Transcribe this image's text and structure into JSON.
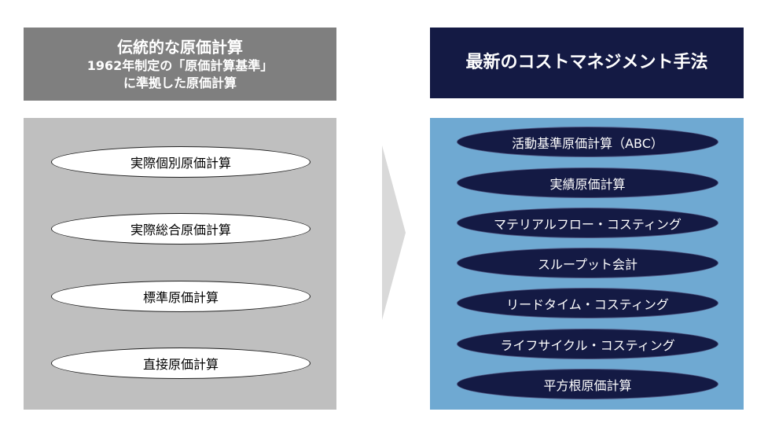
{
  "left": {
    "header": {
      "title": "伝統的な原価計算",
      "sub1": "1962年制定の「原価計算基準」",
      "sub2": "に準拠した原価計算"
    },
    "items": [
      "実際個別原価計算",
      "実際総合原価計算",
      "標準原価計算",
      "直接原価計算"
    ]
  },
  "right": {
    "header": {
      "title": "最新のコストマネジメント手法"
    },
    "items": [
      "活動基準原価計算（ABC）",
      "実績原価計算",
      "マテリアルフロー・コスティング",
      "スループット会計",
      "リードタイム・コスティング",
      "ライフサイクル・コスティング",
      "平方根原価計算"
    ]
  },
  "colors": {
    "left_header_bg": "#7f7f7f",
    "left_panel_bg": "#bfbfbf",
    "right_header_bg": "#141a44",
    "right_panel_bg": "#6fa9d2",
    "right_oval_bg": "#141a44",
    "arrow": "#d9d9d9"
  },
  "arrow_icon": "chevron-right-arrow"
}
